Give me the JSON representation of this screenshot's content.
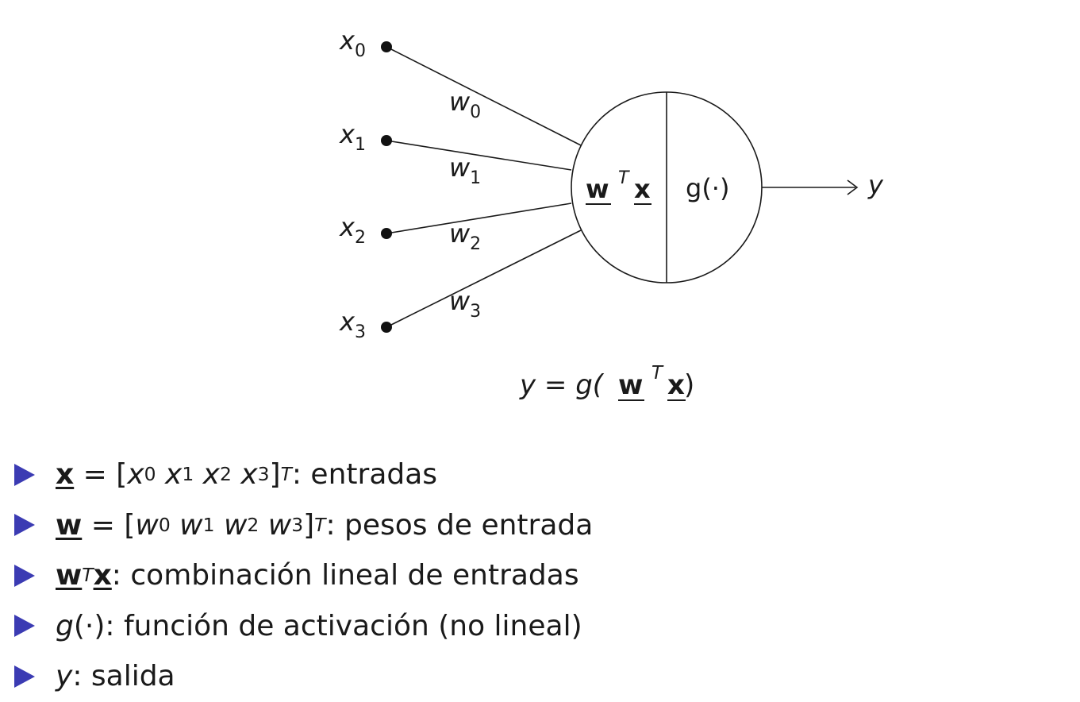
{
  "diagram": {
    "inputs": [
      {
        "var": "x",
        "sub": "0",
        "weight": "w",
        "weight_sub": "0"
      },
      {
        "var": "x",
        "sub": "1",
        "weight": "w",
        "weight_sub": "1"
      },
      {
        "var": "x",
        "sub": "2",
        "weight": "w",
        "weight_sub": "2"
      },
      {
        "var": "x",
        "sub": "3",
        "weight": "w",
        "weight_sub": "3"
      }
    ],
    "neuron_left": {
      "w": "w",
      "t": "T",
      "x": "x"
    },
    "neuron_right": "g(·)",
    "output": "y",
    "equation": {
      "lhs": "y = g(",
      "w": "w",
      "t": "T",
      "x": "x",
      "rhs": ")"
    }
  },
  "bullets": [
    {
      "sym": "x",
      "eq": " = [",
      "v": [
        "x",
        "x",
        "x",
        "x"
      ],
      "subs": [
        "0",
        "1",
        "2",
        "3"
      ],
      "close": "]",
      "sup": "T",
      "desc": ": entradas"
    },
    {
      "sym": "w",
      "eq": " = [",
      "v": [
        "w",
        "w",
        "w",
        "w"
      ],
      "subs": [
        "0",
        "1",
        "2",
        "3"
      ],
      "close": "]",
      "sup": "T",
      "desc": ": pesos de entrada"
    },
    {
      "sym_w": "w",
      "sup": "T",
      "sym_x": "x",
      "desc": ": combinación lineal de entradas"
    },
    {
      "fn": "g",
      "args": "(·)",
      "desc": ": función de activación (no lineal)"
    },
    {
      "var": "y",
      "desc": ": salida"
    }
  ],
  "colors": {
    "bullet": "#3b3bb3",
    "ink": "#1a1a1a"
  },
  "icons": {
    "bullet": "triangle-right-icon",
    "arrow": "arrow-right-icon"
  }
}
